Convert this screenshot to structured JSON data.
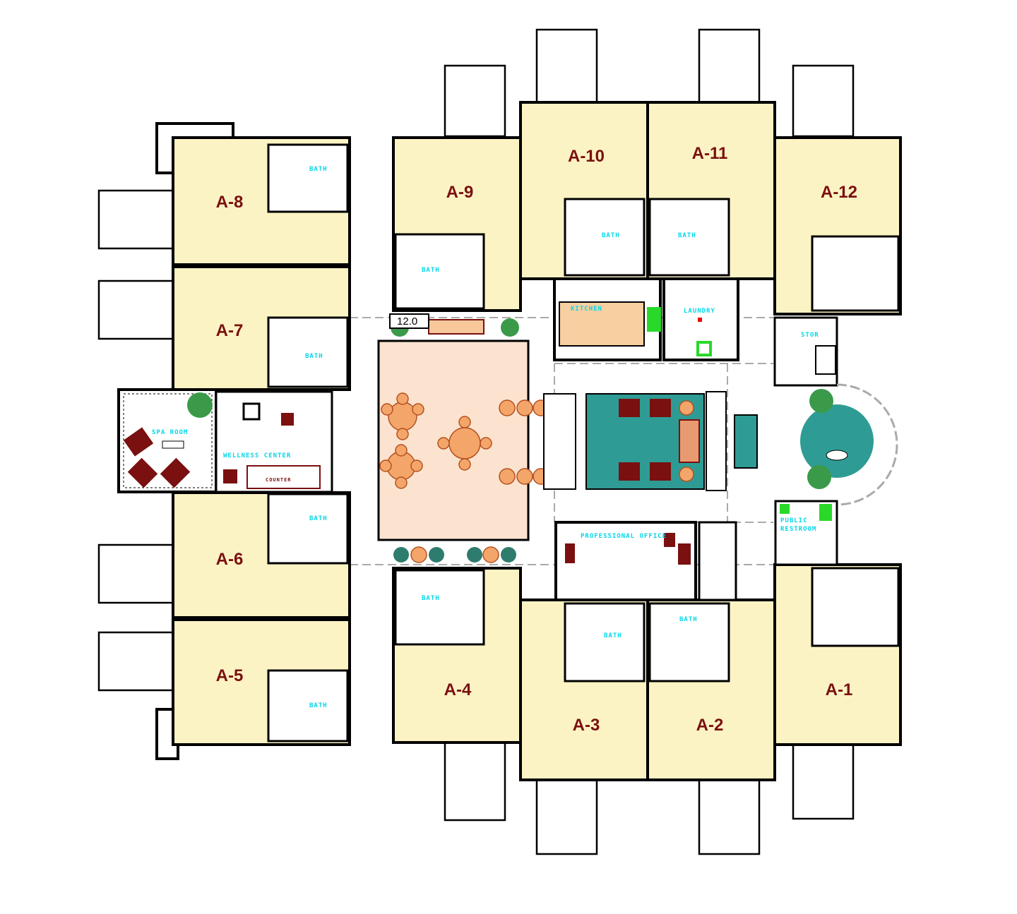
{
  "plan": {
    "units": [
      {
        "id": "A-1",
        "label": "A-1"
      },
      {
        "id": "A-2",
        "label": "A-2"
      },
      {
        "id": "A-3",
        "label": "A-3"
      },
      {
        "id": "A-4",
        "label": "A-4"
      },
      {
        "id": "A-5",
        "label": "A-5"
      },
      {
        "id": "A-6",
        "label": "A-6"
      },
      {
        "id": "A-7",
        "label": "A-7"
      },
      {
        "id": "A-8",
        "label": "A-8"
      },
      {
        "id": "A-9",
        "label": "A-9"
      },
      {
        "id": "A-10",
        "label": "A-10"
      },
      {
        "id": "A-11",
        "label": "A-11"
      },
      {
        "id": "A-12",
        "label": "A-12"
      }
    ],
    "bath_label": "BATH",
    "rooms": {
      "spa": "SPA ROOM",
      "wellness": "WELLNESS CENTER",
      "kitchen": "KITCHEN",
      "laundry": "LAUNDRY",
      "storage": "STOR",
      "restroom_line1": "PUBLIC",
      "restroom_line2": "RESTROOM",
      "office": "PROFESSIONAL OFFICE",
      "counter": "COUNTER"
    },
    "dimension": "12.0",
    "colors": {
      "unit_fill": "#FCF3C4",
      "label": "#7A1010",
      "room_text": "#00D8E8",
      "dining_floor": "#F4A66A",
      "living_rug": "#2E9C94",
      "plant": "#3A9A4A"
    }
  }
}
